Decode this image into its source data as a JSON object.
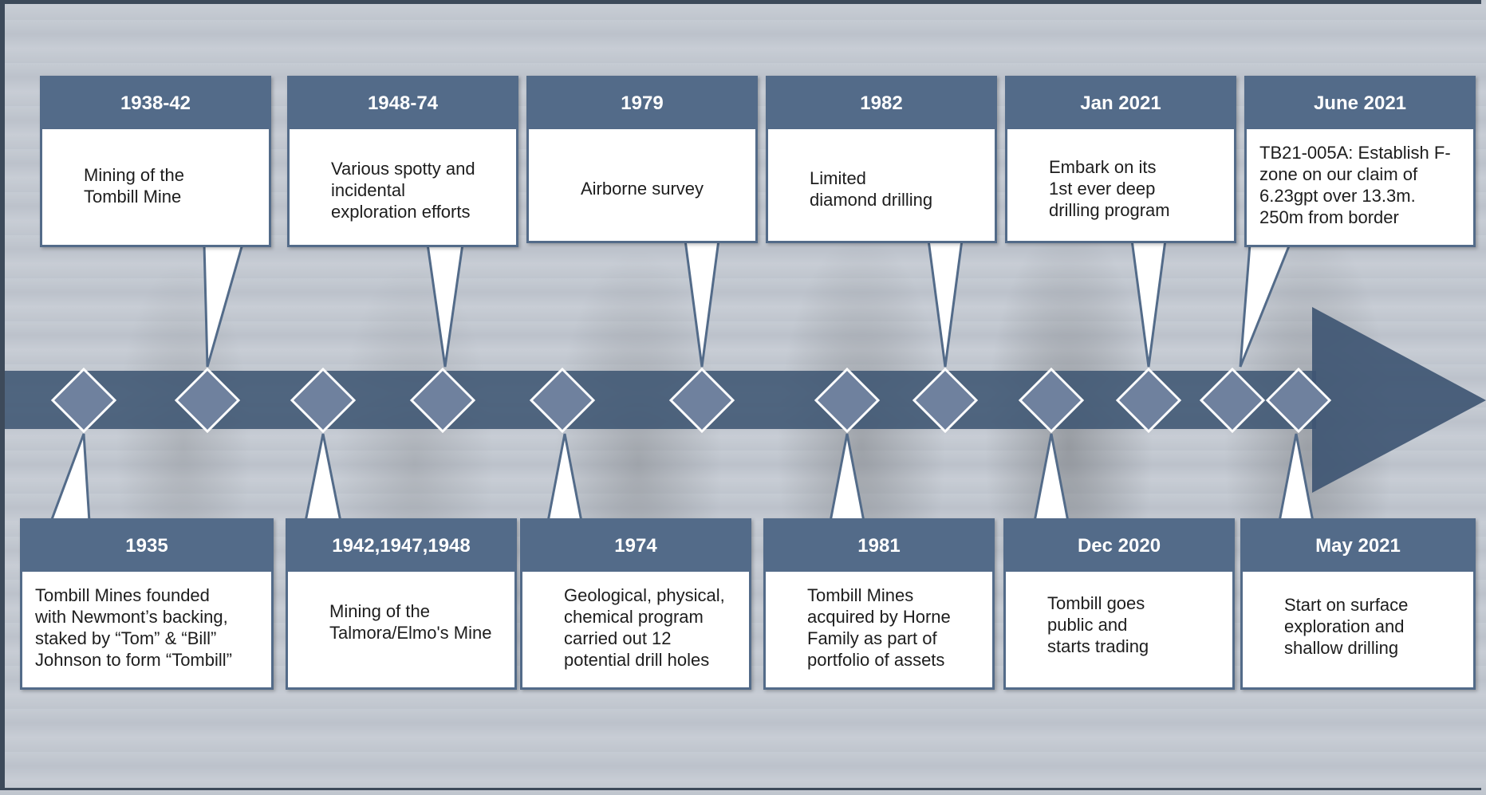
{
  "colors": {
    "accent": "#536b89",
    "arrow": "#3f5673",
    "diamond": "#6f819e",
    "frame": "#3d4a5a"
  },
  "timeline": {
    "top": [
      {
        "date": "1938-42",
        "text": "Mining of the\nTombill Mine"
      },
      {
        "date": "1948-74",
        "text": "Various spotty and\nincidental\nexploration efforts"
      },
      {
        "date": "1979",
        "text": "Airborne survey"
      },
      {
        "date": "1982",
        "text": "Limited\ndiamond drilling"
      },
      {
        "date": "Jan 2021",
        "text": "Embark on its\n1st ever deep\ndrilling program"
      },
      {
        "date": "June 2021",
        "text": "TB21-005A: Establish F-\nzone on our claim of\n6.23gpt over 13.3m.\n250m from border"
      }
    ],
    "bottom": [
      {
        "date": "1935",
        "text": "Tombill Mines founded\nwith Newmont’s backing,\nstaked by “Tom” & “Bill”\nJohnson to form “Tombill”"
      },
      {
        "date": "1942,1947,1948",
        "text": "Mining of the\nTalmora/Elmo's Mine"
      },
      {
        "date": "1974",
        "text": "Geological, physical,\nchemical program\ncarried out 12\npotential drill holes"
      },
      {
        "date": "1981",
        "text": "Tombill Mines\nacquired by Horne\nFamily as part of\nportfolio of assets"
      },
      {
        "date": "Dec 2020",
        "text": "Tombill goes\npublic and\nstarts trading"
      },
      {
        "date": "May 2021",
        "text": "Start on surface\nexploration and\nshallow drilling"
      }
    ]
  }
}
